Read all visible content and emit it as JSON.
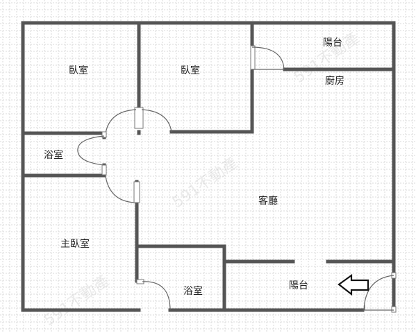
{
  "rooms": {
    "bedroom_1": "臥室",
    "bedroom_2": "臥室",
    "balcony_top": "陽台",
    "kitchen": "廚房",
    "bathroom_1": "浴室",
    "living_room": "客廳",
    "master_bedroom": "主臥室",
    "bathroom_2": "浴室",
    "balcony_bottom": "陽台"
  },
  "watermark": "591不動產",
  "icons": {
    "entrance": "entrance-arrow-icon"
  },
  "colors": {
    "wall": "#555555",
    "grid": "#d9d9d9",
    "background": "#ffffff",
    "text": "#222222"
  }
}
